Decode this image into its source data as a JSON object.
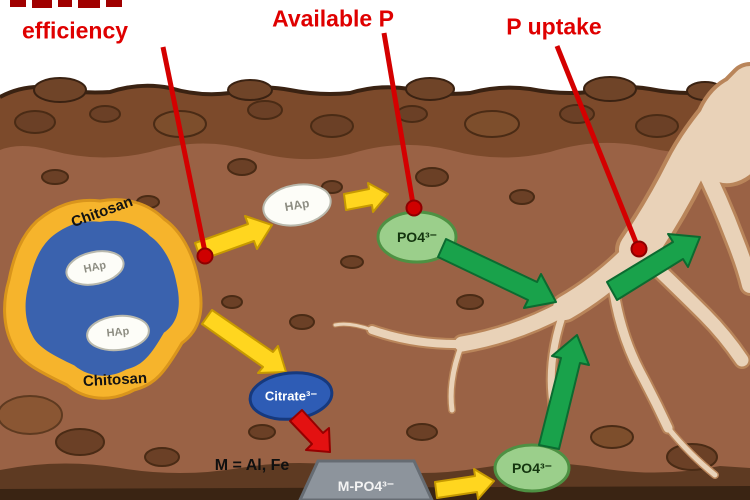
{
  "diagram": {
    "callouts": {
      "efficiency": "efficiency",
      "available_p": "Available P",
      "p_uptake": "P uptake"
    },
    "nanoparticle": {
      "shell_label_top": "Chitosan",
      "shell_label_bottom": "Chitosan",
      "core_particles": [
        "HAp",
        "HAp"
      ]
    },
    "released": {
      "hap_free": "HAp",
      "po4_top": "PO4³⁻",
      "po4_bottom": "PO4³⁻",
      "citrate": "Citrate³⁻",
      "metal_note": "M = Al, Fe",
      "metal_phosphate": "M-PO4³⁻"
    },
    "colors": {
      "callout_red": "#df0000",
      "pointer_red": "#d40000",
      "arrow_yellow": "#ffd61f",
      "arrow_green": "#19a24b",
      "chitosan_shell_yellow": "#f6b42c",
      "chitosan_core_blue": "#3a62ae",
      "po4_green": "#9bcf8b",
      "citrate_blue": "#2e5cb5",
      "metal_phosphate_gray": "#8d949c",
      "soil_brown": "#9a6245",
      "soil_dark_brown": "#7c4a2b",
      "root_beige": "#e9d2b8"
    }
  }
}
